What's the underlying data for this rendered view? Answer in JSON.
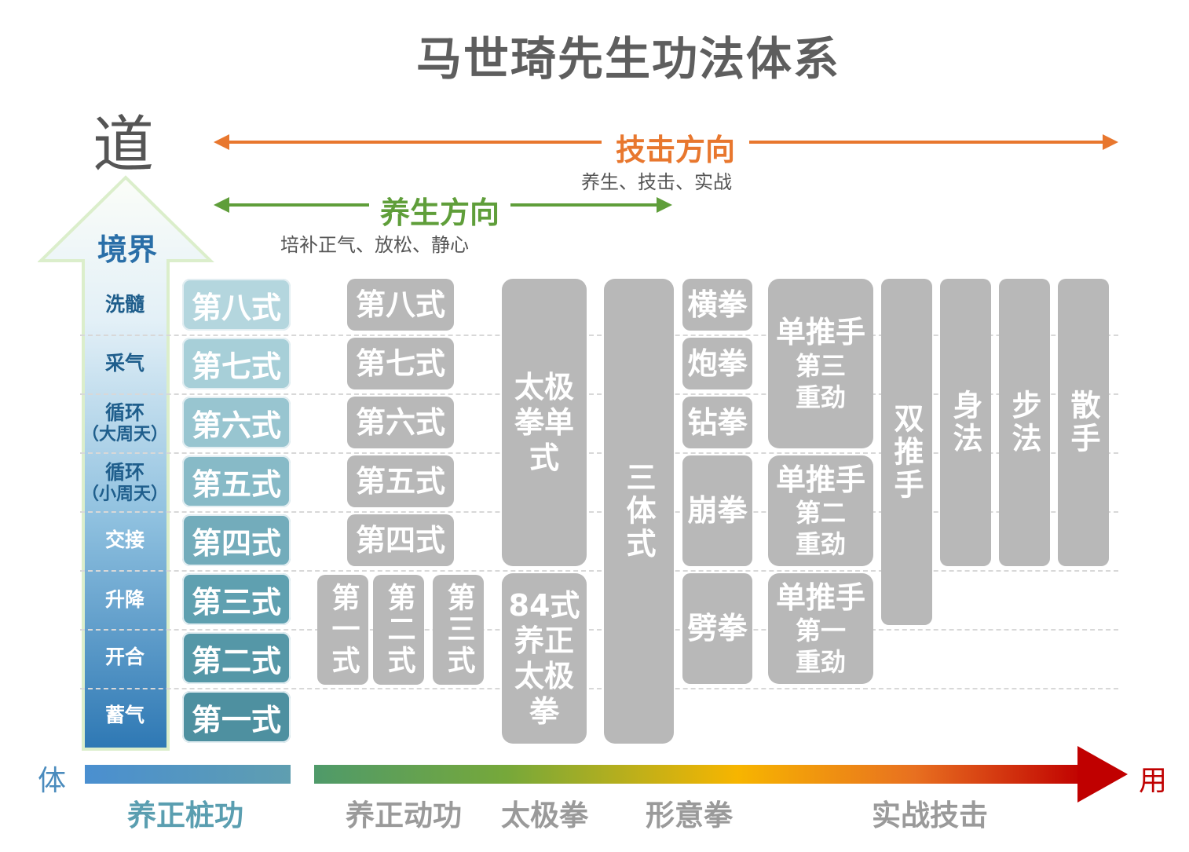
{
  "title": "马世琦先生功法体系",
  "top_label": "道",
  "arrow_label": "境界",
  "combat_direction": {
    "label": "技击方向",
    "sub": "养生、技击、实战"
  },
  "health_direction": {
    "label": "养生方向",
    "sub": "培补正气、放松、静心"
  },
  "stages": [
    {
      "main": "洗髓",
      "sub": ""
    },
    {
      "main": "采气",
      "sub": ""
    },
    {
      "main": "循环",
      "sub": "（大周天）"
    },
    {
      "main": "循环",
      "sub": "（小周天）"
    },
    {
      "main": "交接",
      "sub": ""
    },
    {
      "main": "升降",
      "sub": ""
    },
    {
      "main": "开合",
      "sub": ""
    },
    {
      "main": "蓄气",
      "sub": ""
    }
  ],
  "zhuang_forms": [
    "第八式",
    "第七式",
    "第六式",
    "第五式",
    "第四式",
    "第三式",
    "第二式",
    "第一式"
  ],
  "dong_forms": [
    "第八式",
    "第七式",
    "第六式",
    "第五式",
    "第四式"
  ],
  "dong_low_forms": [
    "第一式",
    "第二式",
    "第三式"
  ],
  "taiji": {
    "single": "太极拳单式",
    "form84": "84式养正太极拳"
  },
  "santi": "三体式",
  "five_fists": [
    "横拳",
    "炮拳",
    "钻拳",
    "崩拳",
    "劈拳"
  ],
  "push_hands_single": [
    {
      "title": "单推手",
      "sub": "第三重劲"
    },
    {
      "title": "单推手",
      "sub": "第二重劲"
    },
    {
      "title": "单推手",
      "sub": "第一重劲"
    }
  ],
  "double_push": "双推手",
  "columns": [
    "身法",
    "步法",
    "散手"
  ],
  "axis": {
    "left": "体",
    "right": "用"
  },
  "categories": [
    "养正桩功",
    "养正动功",
    "太极拳",
    "形意拳",
    "实战技击"
  ],
  "colors": {
    "orange": "#e8772e",
    "green": "#5f9e3a",
    "gray_box": "#b8b8b8",
    "blue_dark": "#2e78b4",
    "teal": "#4e94a5",
    "red": "#c00000"
  }
}
